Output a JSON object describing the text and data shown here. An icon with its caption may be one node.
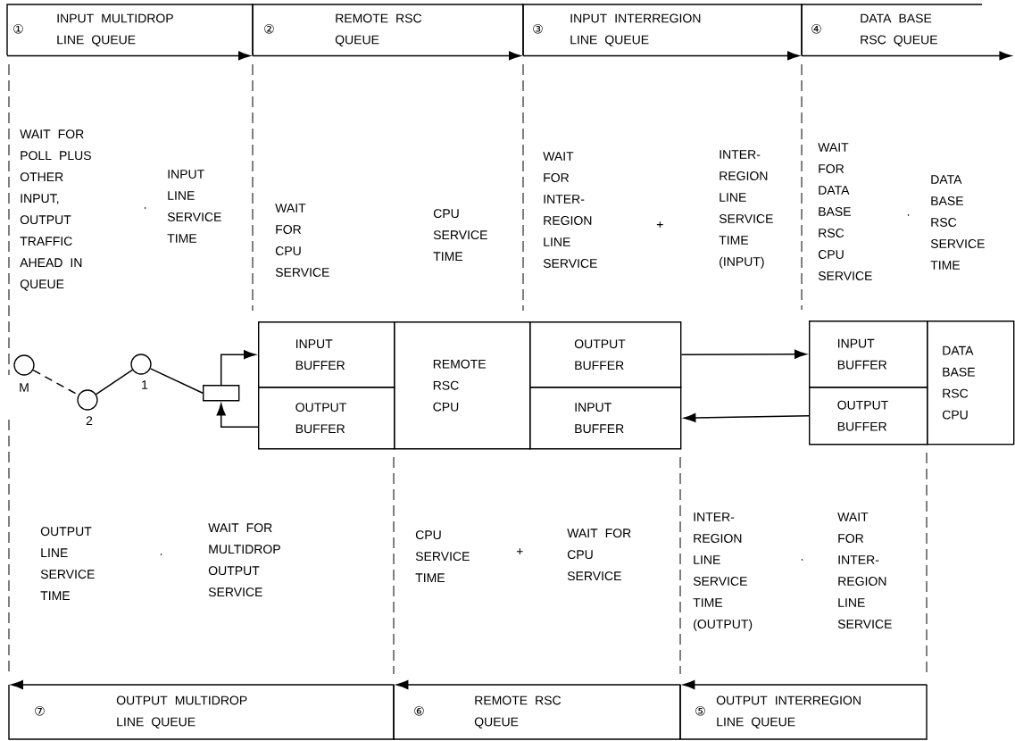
{
  "diagram": {
    "nodes": [
      {
        "text": [
          "①",
          "INPUT MULTIDROP LINE QUEUE"
        ]
      },
      {
        "text": [
          "②",
          "REMOTE RSC QUEUE"
        ]
      },
      {
        "text": [
          "③",
          "INPUT INTERREGION LINE QUEUE"
        ]
      },
      {
        "text": [
          "④",
          "DATA BASE RSC QUEUE"
        ]
      },
      {
        "text": [],
        "shape": "circle",
        "beside": [
          "M"
        ]
      },
      {
        "text": [],
        "shape": "circle",
        "beside": [
          "2"
        ]
      },
      {
        "text": [],
        "shape": "circle",
        "beside": [
          "1"
        ]
      },
      {
        "text": [],
        "shape": "box"
      },
      {
        "text": [
          "INPUT BUFFER"
        ]
      },
      {
        "text": [
          "OUTPUT BUFFER"
        ]
      },
      {
        "text": [
          "REMOTE RSC CPU"
        ]
      },
      {
        "text": [
          "OUTPUT BUFFER"
        ]
      },
      {
        "text": [
          "INPUT BUFFER"
        ]
      },
      {
        "text": [
          "INPUT BUFFER"
        ]
      },
      {
        "text": [
          "OUTPUT BUFFER"
        ]
      },
      {
        "text": [
          "DATA BASE RSC CPU"
        ]
      },
      {
        "text": [
          "⑦",
          "OUTPUT MULTIDROP LINE QUEUE"
        ]
      },
      {
        "text": [
          "⑥",
          "REMOTE RSC QUEUE"
        ]
      },
      {
        "text": [
          "⑤",
          "OUTPUT INTERREGION LINE QUEUE"
        ]
      }
    ],
    "edges": [
      {
        "from": 0,
        "to": 1,
        "arrow": "to"
      },
      {
        "from": 1,
        "to": 2,
        "arrow": "to"
      },
      {
        "from": 2,
        "to": 3,
        "arrow": "to"
      },
      {
        "from": 3,
        "to": null,
        "arrow": "to"
      },
      {
        "from": 18,
        "to": 17,
        "arrow": "to"
      },
      {
        "from": 17,
        "to": 16,
        "arrow": "to"
      },
      {
        "from": 16,
        "to": null,
        "arrow": "to"
      },
      {
        "from": 4,
        "to": 5,
        "arrow": "none",
        "style": "dashed"
      },
      {
        "from": 5,
        "to": 6,
        "arrow": "none"
      },
      {
        "from": 6,
        "to": 7,
        "arrow": "none"
      },
      {
        "from": 7,
        "to": 8,
        "arrow": "to"
      },
      {
        "from": 9,
        "to": 7,
        "arrow": "to"
      },
      {
        "from": 11,
        "to": 13,
        "arrow": "to"
      },
      {
        "from": 14,
        "to": 12,
        "arrow": "to"
      }
    ],
    "labels": [
      "WAIT FOR POLL PLUS OTHER INPUT, OUTPUT TRAFFIC AHEAD IN QUEUE",
      "·",
      "INPUT LINE SERVICE TIME",
      "WAIT FOR CPU SERVICE",
      "CPU SERVICE TIME",
      "WAIT FOR INTER- REGION LINE SERVICE",
      "+",
      "INTER- REGION LINE SERVICE TIME (INPUT)",
      "WAIT FOR DATA BASE RSC CPU SERVICE",
      "·",
      "DATA BASE RSC SERVICE TIME",
      "OUTPUT LINE SERVICE TIME",
      "·",
      "WAIT FOR MULTIDROP OUTPUT SERVICE",
      "CPU SERVICE TIME",
      "+",
      "WAIT FOR CPU SERVICE",
      "INTER- REGION LINE SERVICE TIME (OUTPUT)",
      "·",
      "WAIT FOR INTER- REGION LINE SERVICE"
    ]
  }
}
